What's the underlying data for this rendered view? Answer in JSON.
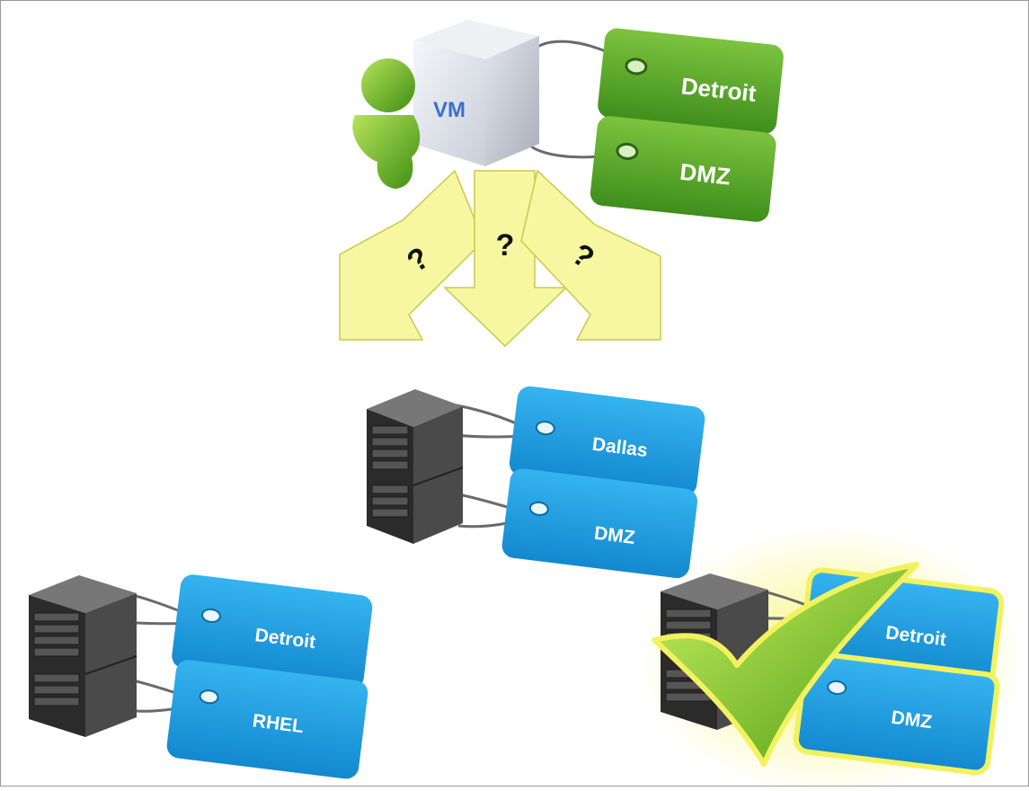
{
  "vm": {
    "label": "VM",
    "tags": [
      {
        "label": "Detroit",
        "color": "#5aaa2a"
      },
      {
        "label": "DMZ",
        "color": "#5aaa2a"
      }
    ]
  },
  "arrows": {
    "color": "#f6f7a0",
    "marks": [
      "?",
      "?",
      "?"
    ]
  },
  "hosts": [
    {
      "tags": [
        "Dallas",
        "DMZ"
      ],
      "match": false
    },
    {
      "tags": [
        "Detroit",
        "RHEL"
      ],
      "match": false
    },
    {
      "tags": [
        "Detroit",
        "DMZ"
      ],
      "match": true
    }
  ],
  "colors": {
    "vm_tag": "#5aaa2a",
    "host_tag": "#1da1e4",
    "check": "#7cc52a",
    "glow": "#f2f260",
    "border": "#999999"
  }
}
